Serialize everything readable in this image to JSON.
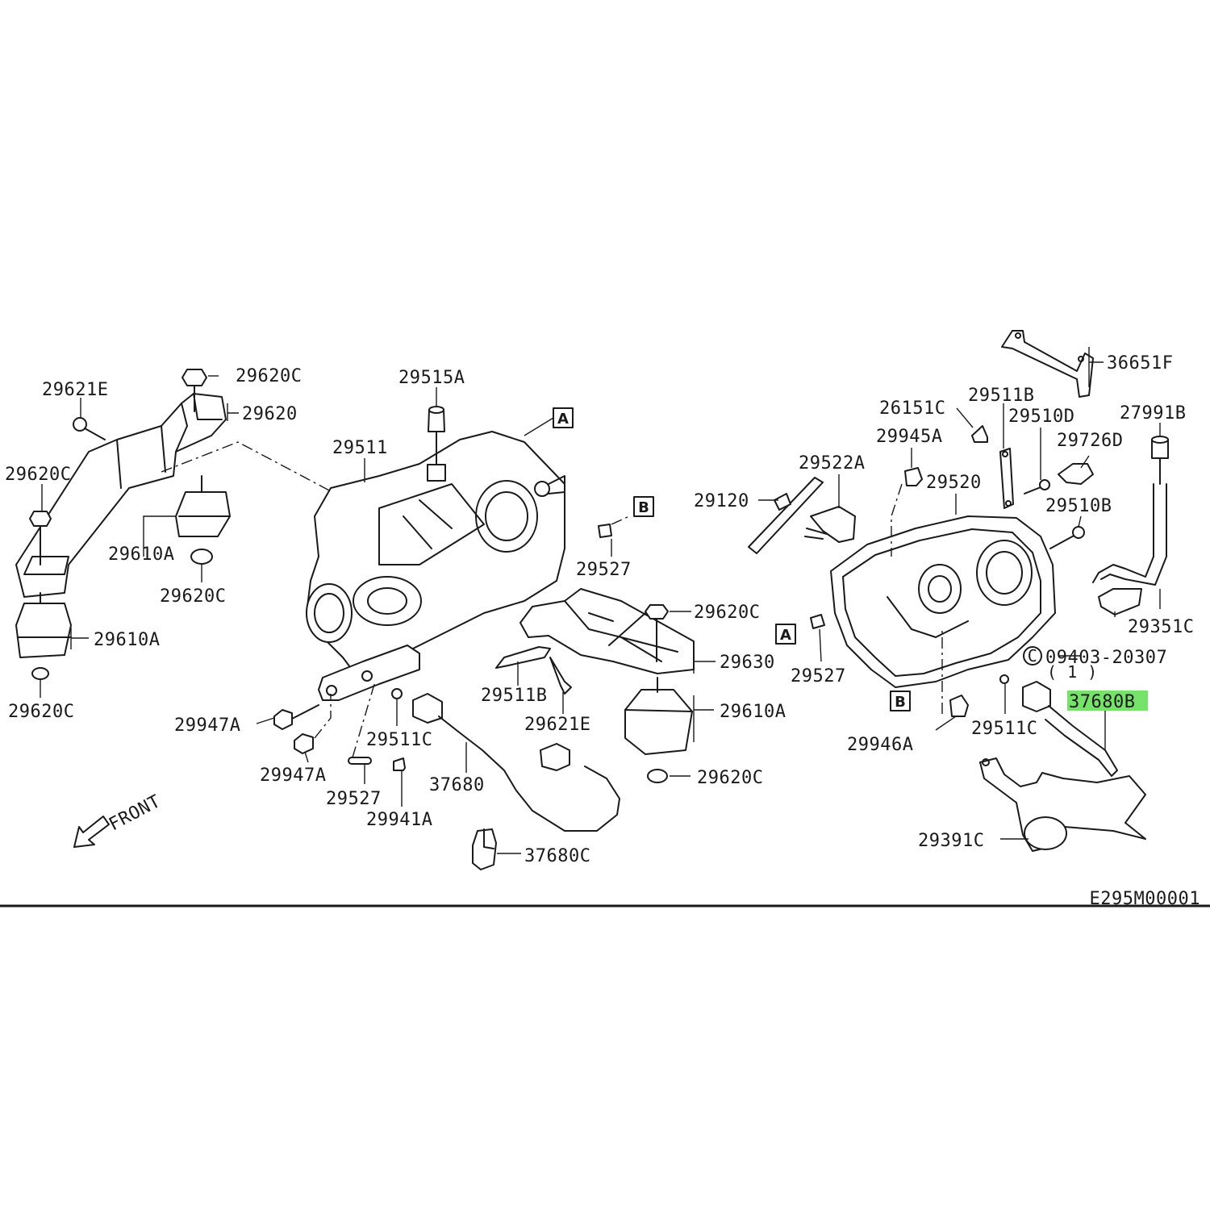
{
  "diagram_code": "E295M00001",
  "front_label": "FRONT",
  "highlight_color": "#77e26a",
  "ref_boxes": {
    "a_left": "A",
    "b_left": "B",
    "a_right": "A",
    "b_right": "B"
  },
  "clip_note": {
    "symbol": "C",
    "number": "09403-20307",
    "qty": "( 1 )"
  },
  "labels": {
    "l29621E_a": "29621E",
    "l29620C_top": "29620C",
    "l29620": "29620",
    "l29620C_left": "29620C",
    "l29610A_a": "29610A",
    "l29620C_b": "29620C",
    "l29610A_b": "29610A",
    "l29620C_c": "29620C",
    "l29515A": "29515A",
    "l29511": "29511",
    "l29527_a": "29527",
    "l29620C_d": "29620C",
    "l29630": "29630",
    "l29511B_a": "29511B",
    "l29621E_b": "29621E",
    "l29610A_c": "29610A",
    "l29620C_e": "29620C",
    "l29947A_a": "29947A",
    "l29947A_b": "29947A",
    "l29511C_a": "29511C",
    "l37680": "37680",
    "l29527_b": "29527",
    "l29941A": "29941A",
    "l37680C": "37680C",
    "l36651F": "36651F",
    "l26151C": "26151C",
    "l29511B_b": "29511B",
    "l29510D": "29510D",
    "l27991B": "27991B",
    "l29945A": "29945A",
    "l29726D": "29726D",
    "l29522A": "29522A",
    "l29520": "29520",
    "l29120": "29120",
    "l29510B": "29510B",
    "l29351C": "29351C",
    "l29527_c": "29527",
    "l37680B": "37680B",
    "l29946A": "29946A",
    "l29511C_b": "29511C",
    "l29391C": "29391C"
  }
}
